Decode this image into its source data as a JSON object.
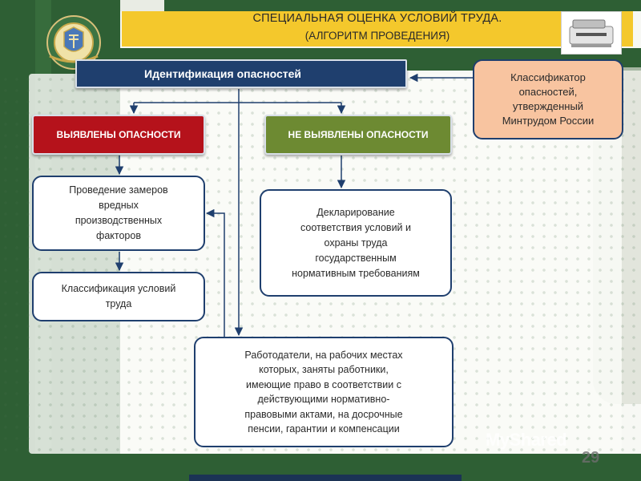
{
  "header": {
    "title_line1": "СПЕЦИАЛЬНАЯ ОЦЕНКА УСЛОВИЙ ТРУДА.",
    "title_line2": "(АЛГОРИТМ ПРОВЕДЕНИЯ)"
  },
  "nodes": {
    "identification": "Идентификация опасностей",
    "classifier": [
      "Классификатор",
      "опасностей,",
      "утвержденный",
      "Минтрудом России"
    ],
    "hazards_found": "ВЫЯВЛЕНЫ ОПАСНОСТИ",
    "hazards_not_found": "НЕ ВЫЯВЛЕНЫ ОПАСНОСТИ",
    "measurements": [
      "Проведение замеров",
      "вредных",
      "производственных",
      "факторов"
    ],
    "classification": [
      "Классификация условий",
      "труда"
    ],
    "declaration": [
      "Декларирование",
      "соответствия условий  и",
      "охраны труда",
      "государственным",
      "нормативным требованиям"
    ],
    "employers": [
      "Работодатели, на рабочих местах",
      "которых, заняты работники,",
      "имеющие право в соответствии с",
      "действующими нормативно-",
      "правовыми актами, на досрочные",
      "пенсии, гарантии и компенсации"
    ]
  },
  "footer": {
    "watermark": "MyShared",
    "page_number": "29"
  },
  "colors": {
    "dark_green": "#2e5f34",
    "title_yellow": "#f4c82c",
    "navy": "#1f3f6e",
    "red": "#b5121b",
    "olive": "#6d8a32",
    "peach": "#f8c4a0"
  }
}
